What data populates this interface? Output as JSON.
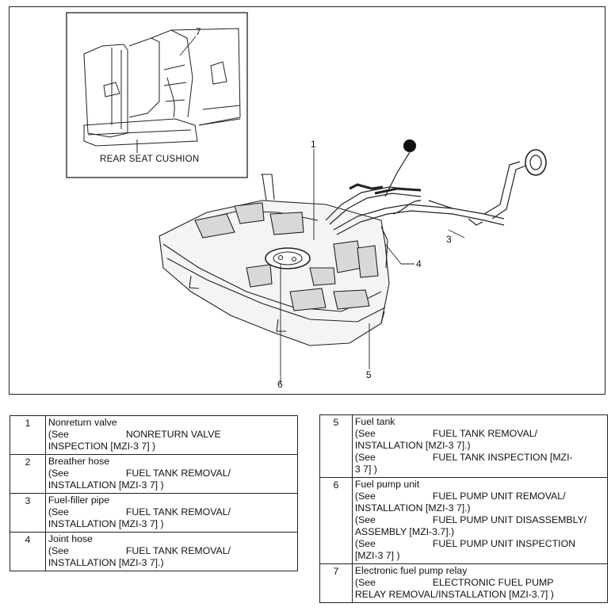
{
  "inset": {
    "label": "REAR SEAT CUSHION",
    "callout": "7"
  },
  "callouts": [
    "1",
    "3",
    "4",
    "5",
    "6"
  ],
  "legend_left": [
    {
      "num": "1",
      "lines": [
        {
          "text": "Nonreturn valve"
        },
        {
          "see": "(See",
          "text": "NONRETURN VALVE"
        },
        {
          "text": "INSPECTION [MZI-3 7] )"
        }
      ]
    },
    {
      "num": "2",
      "lines": [
        {
          "text": "Breather hose"
        },
        {
          "see": "(See",
          "text": "FUEL TANK REMOVAL/"
        },
        {
          "text": "INSTALLATION [MZI-3 7] )"
        }
      ]
    },
    {
      "num": "3",
      "lines": [
        {
          "text": "Fuel-filler pipe"
        },
        {
          "see": "(See",
          "text": "FUEL TANK REMOVAL/"
        },
        {
          "text": "INSTALLATION [MZI-3 7] )"
        }
      ]
    },
    {
      "num": "4",
      "lines": [
        {
          "text": "Joint hose"
        },
        {
          "see": "(See",
          "text": "FUEL TANK REMOVAL/"
        },
        {
          "text": "INSTALLATION [MZI-3 7].)"
        }
      ]
    }
  ],
  "legend_right": [
    {
      "num": "5",
      "lines": [
        {
          "text": "Fuel tank"
        },
        {
          "see": "(See",
          "text": "FUEL TANK REMOVAL/"
        },
        {
          "text": "INSTALLATION [MZI-3 7].)"
        },
        {
          "see": "(See",
          "text": "FUEL TANK INSPECTION [MZI-"
        },
        {
          "text": "3 7] )"
        }
      ]
    },
    {
      "num": "6",
      "lines": [
        {
          "text": "Fuel pump unit"
        },
        {
          "see": "(See",
          "text": "FUEL PUMP UNIT REMOVAL/"
        },
        {
          "text": "INSTALLATION [MZI-3 7].)"
        },
        {
          "see": "(See",
          "text": "FUEL PUMP UNIT DISASSEMBLY/"
        },
        {
          "text": "ASSEMBLY [MZI-3.7].)"
        },
        {
          "see": "(See",
          "text": "FUEL PUMP UNIT INSPECTION"
        },
        {
          "text": "[MZI-3 7] )"
        }
      ]
    },
    {
      "num": "7",
      "lines": [
        {
          "text": "Electronic fuel pump relay"
        },
        {
          "see": "(See",
          "text": "ELECTRONIC FUEL PUMP"
        },
        {
          "text": "RELAY REMOVAL/INSTALLATION [MZI-3.7] )"
        }
      ]
    }
  ]
}
